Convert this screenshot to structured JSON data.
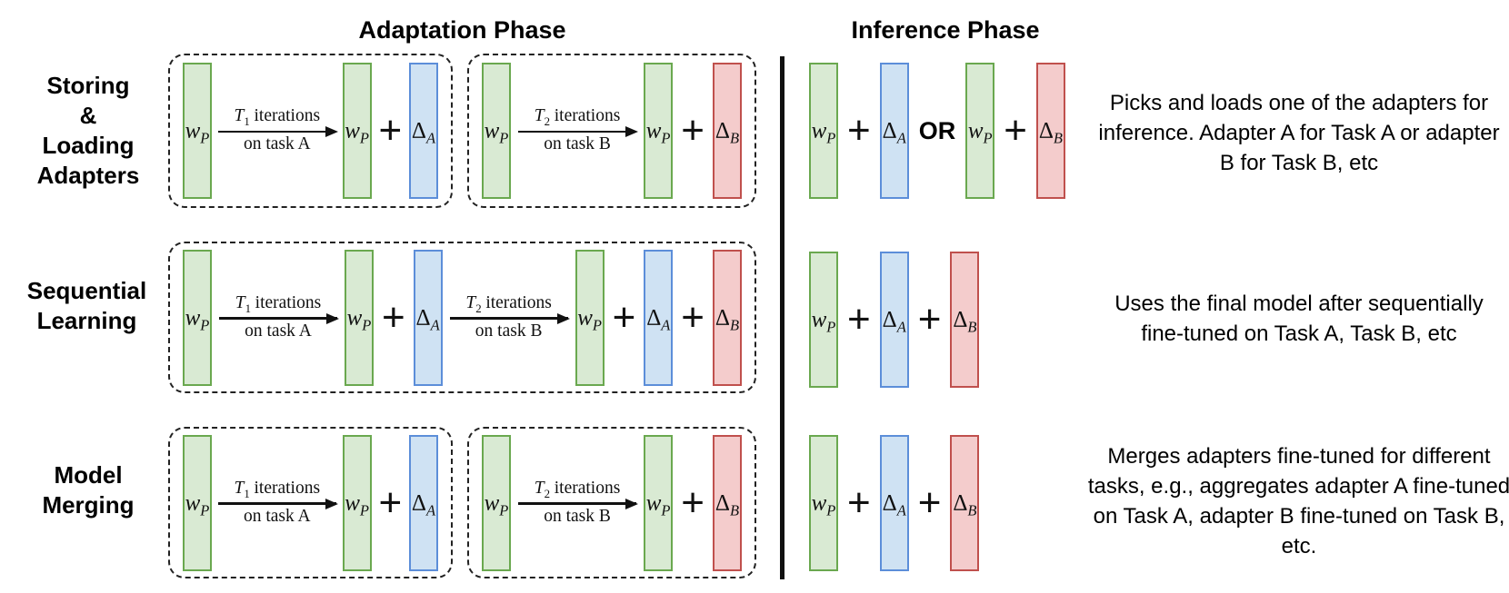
{
  "headers": {
    "adaptation": "Adaptation Phase",
    "inference": "Inference Phase"
  },
  "symbols": {
    "wp": {
      "base": "w",
      "sub": "P"
    },
    "delta_a": {
      "base": "Δ",
      "sub": "A"
    },
    "delta_b": {
      "base": "Δ",
      "sub": "B"
    }
  },
  "operators": {
    "plus": "+",
    "or": "OR"
  },
  "arrows": {
    "task_a": {
      "var": "T",
      "sub": "1",
      "suffix": "iterations",
      "below": "on task A"
    },
    "task_b": {
      "var": "T",
      "sub": "2",
      "suffix": "iterations",
      "below": "on task B"
    }
  },
  "colors": {
    "pretrained_fill": "#d9ead3",
    "pretrained_border": "#6aa84f",
    "adapter_a_fill": "#cfe2f3",
    "adapter_a_border": "#5c8ed9",
    "adapter_b_fill": "#f4cccc",
    "adapter_b_border": "#c0504d",
    "divider": "#111111"
  },
  "rows": [
    {
      "label": "Storing\n&\nLoading\nAdapters",
      "description": "Picks and loads one of the adapters for inference. Adapter A for Task A or adapter B for Task B, etc"
    },
    {
      "label": "Sequential\nLearning",
      "description": "Uses the final model after sequentially fine-tuned on Task A, Task B, etc"
    },
    {
      "label": "Model\nMerging",
      "description": "Merges adapters fine-tuned for different tasks, e.g., aggregates adapter A fine-tuned on Task A, adapter B fine-tuned on Task B, etc."
    }
  ]
}
